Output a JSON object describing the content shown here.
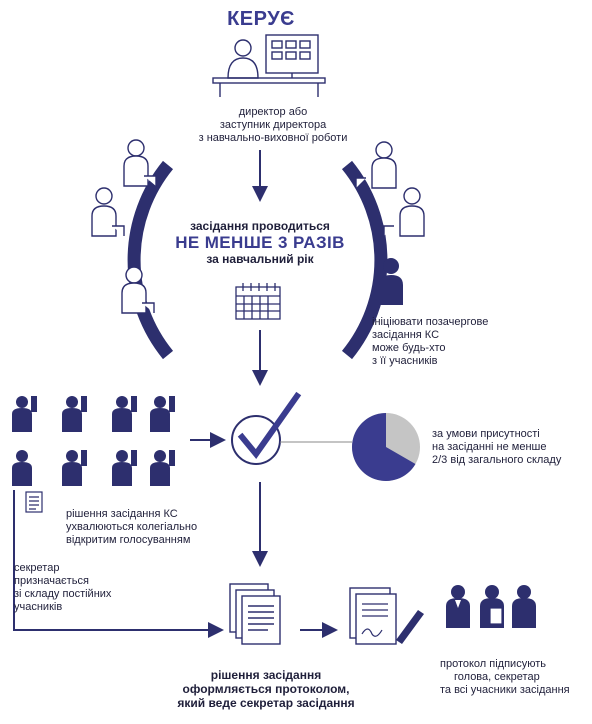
{
  "title": "КЕРУЄ",
  "director_lines": [
    "директор або",
    "заступник директора",
    "з навчально-виховної роботи"
  ],
  "meeting": {
    "line1": "засідання проводиться",
    "line2": "НЕ МЕНШЕ 3 РАЗІВ",
    "line3": "за навчальний рік"
  },
  "extraordinary_lines": [
    "ініціювати позачергове",
    "засідання КС",
    "може будь-хто",
    "з її учасників"
  ],
  "quorum_lines": [
    "за умови присутності",
    "на засіданні не менше",
    "2/3 від загального складу"
  ],
  "quorum_share": 0.667,
  "decision_lines": [
    "рішення засідання КС",
    "ухвалюються колегіально",
    "відкритим голосуванням"
  ],
  "secretary_lines": [
    "секретар",
    "призначається",
    "зі складу постійних",
    "учасників"
  ],
  "protocol_lines": [
    "рішення засідання",
    "оформляється протоколом,",
    "який веде секретар засідання"
  ],
  "signing_lines": [
    "протокол підписують",
    "голова, секретар",
    "та всі учасники засідання"
  ],
  "colors": {
    "accent": "#3a3c8f",
    "line": "#2d2f6e",
    "pie_gray": "#c5c5c5",
    "text": "#1f1f3a"
  }
}
